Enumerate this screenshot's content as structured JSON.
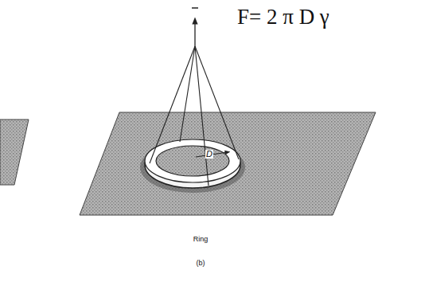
{
  "diagram": {
    "labels": [
      "F= 2 π D γ",
      "D",
      "Ring",
      "(b)"
    ]
  }
}
